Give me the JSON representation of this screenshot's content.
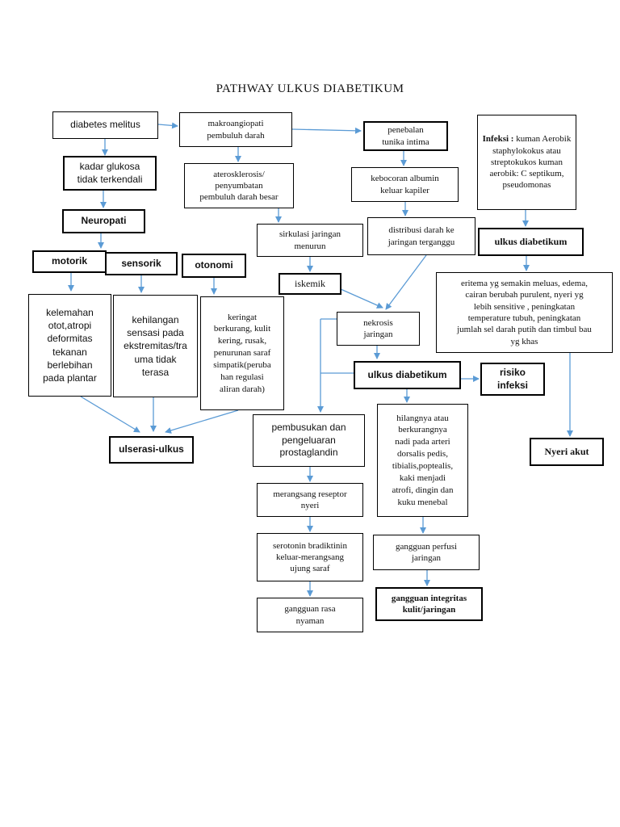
{
  "title": "PATHWAY ULKUS DIABETIKUM",
  "nodes": {
    "diabetes_melitus": "diabetes melitus",
    "kadar_glukosa": "kadar glukosa\ntidak terkendali",
    "neuropati": "Neuropati",
    "motorik": "motorik",
    "sensorik": "sensorik",
    "otonomi": "otonomi",
    "kelemahan": "kelemahan\notot,atropi\ndeformitas\ntekanan\nberlebihan\npada plantar",
    "kehilangan": "kehilangan\nsensasi pada\nekstremitas/tra\numa tidak\nterasa",
    "keringat": "keringat\nberkurang, kulit\nkering, rusak,\npenurunan saraf\nsimpatik(peruba\nhan regulasi\naliran darah)",
    "ulserasi": "ulserasi-ulkus",
    "makroangiopati": "makroangiopati\npembuluh darah",
    "aterosklerosis": "aterosklerosis/\npenyumbatan\npembuluh darah besar",
    "sirkulasi": "sirkulasi jaringan\nmenurun",
    "iskemik": "iskemik",
    "penebalan": "penebalan\ntunika intima",
    "kebocoran": "kebocoran albumin\nkeluar kapiler",
    "distribusi": "distribusi darah ke\njaringan terganggu",
    "nekrosis": "nekrosis\njaringan",
    "ulkus_center": "ulkus diabetikum",
    "risiko": "risiko\ninfeksi",
    "infeksi_bold": "Infeksi :",
    "infeksi_rest": " kuman Aerobik staphylokokus atau streptokukos kuman aerobik: C septikum, pseudomonas",
    "ulkus_right": "ulkus diabetikum",
    "eritema": "eritema yg semakin meluas, edema,\ncairan berubah purulent, nyeri yg\nlebih sensitive , peningkatan\ntemperature tubuh, peningkatan\njumlah sel darah putih dan timbul bau\nyg khas",
    "nyeri_akut": "Nyeri akut",
    "pembusukan": "pembusukan dan\npengeluaran\nprostaglandin",
    "merangsang": "merangsang reseptor\nnyeri",
    "serotonin": "serotonin bradiktinin\nkeluar-merangsang\nujung saraf",
    "gangguan_rasa": "gangguan rasa\nnyaman",
    "hilangnya": "hilangnya atau\nberkurangnya\nnadi pada arteri\ndorsalis pedis,\ntibialis,poptealis,\nkaki menjadi\natrofi, dingin dan\nkuku menebal",
    "gangguan_perfusi": "gangguan perfusi\njaringan",
    "gangguan_integritas": "gangguan integritas\nkulit/jaringan"
  },
  "colors": {
    "arrow": "#5b9bd5",
    "border": "#000000"
  }
}
